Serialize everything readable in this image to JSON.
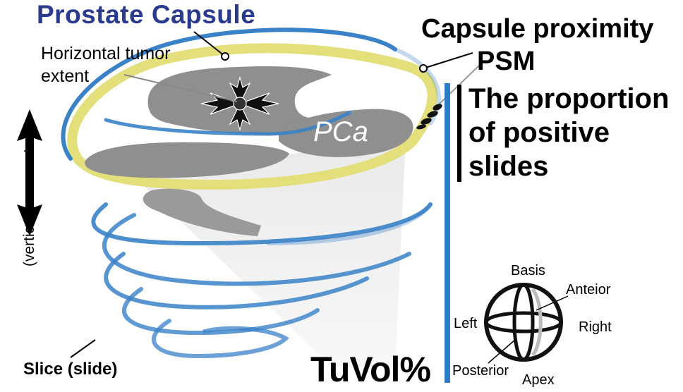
{
  "labels": {
    "title": "Prostate Capsule",
    "horizontal_line1": "Horizontal tumor",
    "horizontal_line2": "extent",
    "vertical": "(vertical tumor extent)",
    "capsule_proximity": "Capsule proximity",
    "psm": "PSM",
    "proportion_line1": "The proportion",
    "proportion_line2": "of positive",
    "proportion_line3": "slides",
    "slice": "Slice (slide)",
    "tuvol": "TuVol%",
    "pca": "PCa"
  },
  "orientation": {
    "basis": "Basis",
    "anterior": "Anteior",
    "left": "Left",
    "right": "Right",
    "posterior": "Posterior",
    "apex": "Apex"
  },
  "colors": {
    "capsule_blue": "#3a82c8",
    "capsule_yellow": "#e3df7a",
    "tumor_gray": "#8f8f8f",
    "title_blue": "#2a3a8f"
  }
}
